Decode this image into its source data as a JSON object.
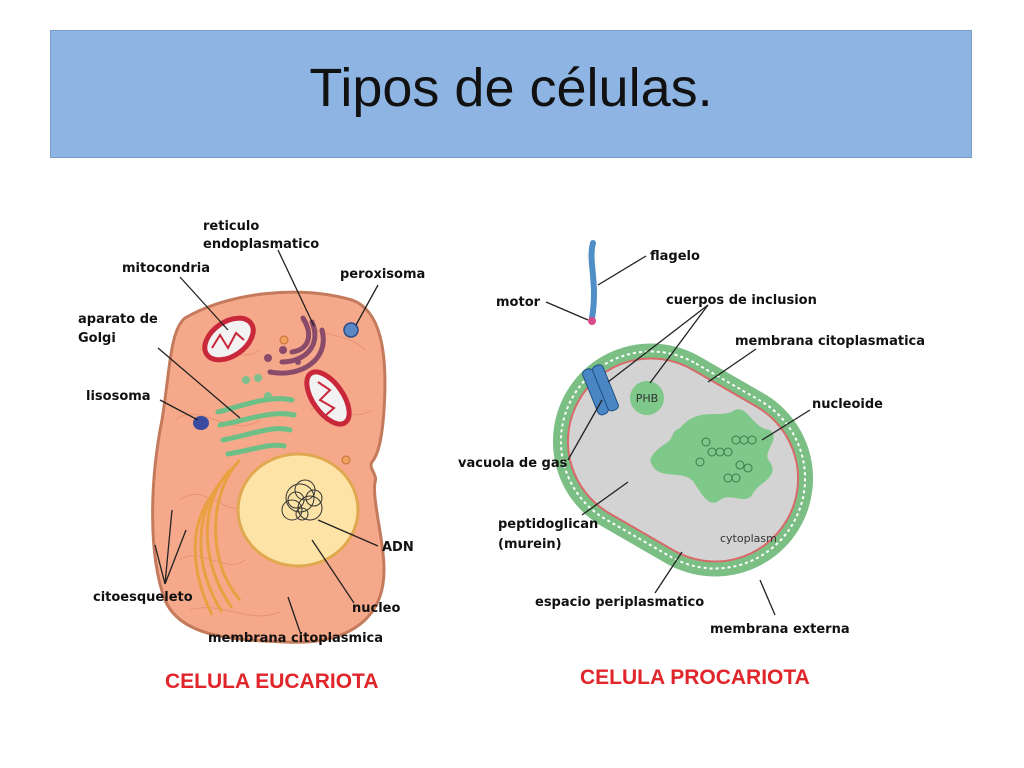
{
  "slide": {
    "title": "Tipos de células."
  },
  "eukaryote": {
    "caption": "CELULA EUCARIOTA",
    "labels": {
      "reticulo_1": "reticulo",
      "reticulo_2": "endoplasmatico",
      "mitocondria": "mitocondria",
      "peroxisoma": "peroxisoma",
      "golgi_1": "aparato de",
      "golgi_2": "Golgi",
      "lisosoma": "lisosoma",
      "adn": "ADN",
      "citoesqueleto": "citoesqueleto",
      "nucleo": "nucleo",
      "membrana": "membrana citoplasmica"
    }
  },
  "prokaryote": {
    "caption": "CELULA PROCARIOTA",
    "labels": {
      "flagelo": "flagelo",
      "motor": "motor",
      "cuerpos": "cuerpos de inclusion",
      "membrana_cito": "membrana citoplasmatica",
      "nucleoide": "nucleoide",
      "vacuola": "vacuola de gas",
      "peptido_1": "peptidoglican",
      "peptido_2": "(murein)",
      "periplasmatico": "espacio periplasmatico",
      "membrana_ext": "membrana externa",
      "phb": "PHB",
      "cytoplasm": "cytoplasm"
    }
  },
  "colors": {
    "title_bg": "#8eb4e3",
    "eukaryote_fill": "#f6a98a",
    "prokaryote_fill": "#d3d3d3",
    "wall": "#7bbf85",
    "caption": "#e0262b"
  }
}
